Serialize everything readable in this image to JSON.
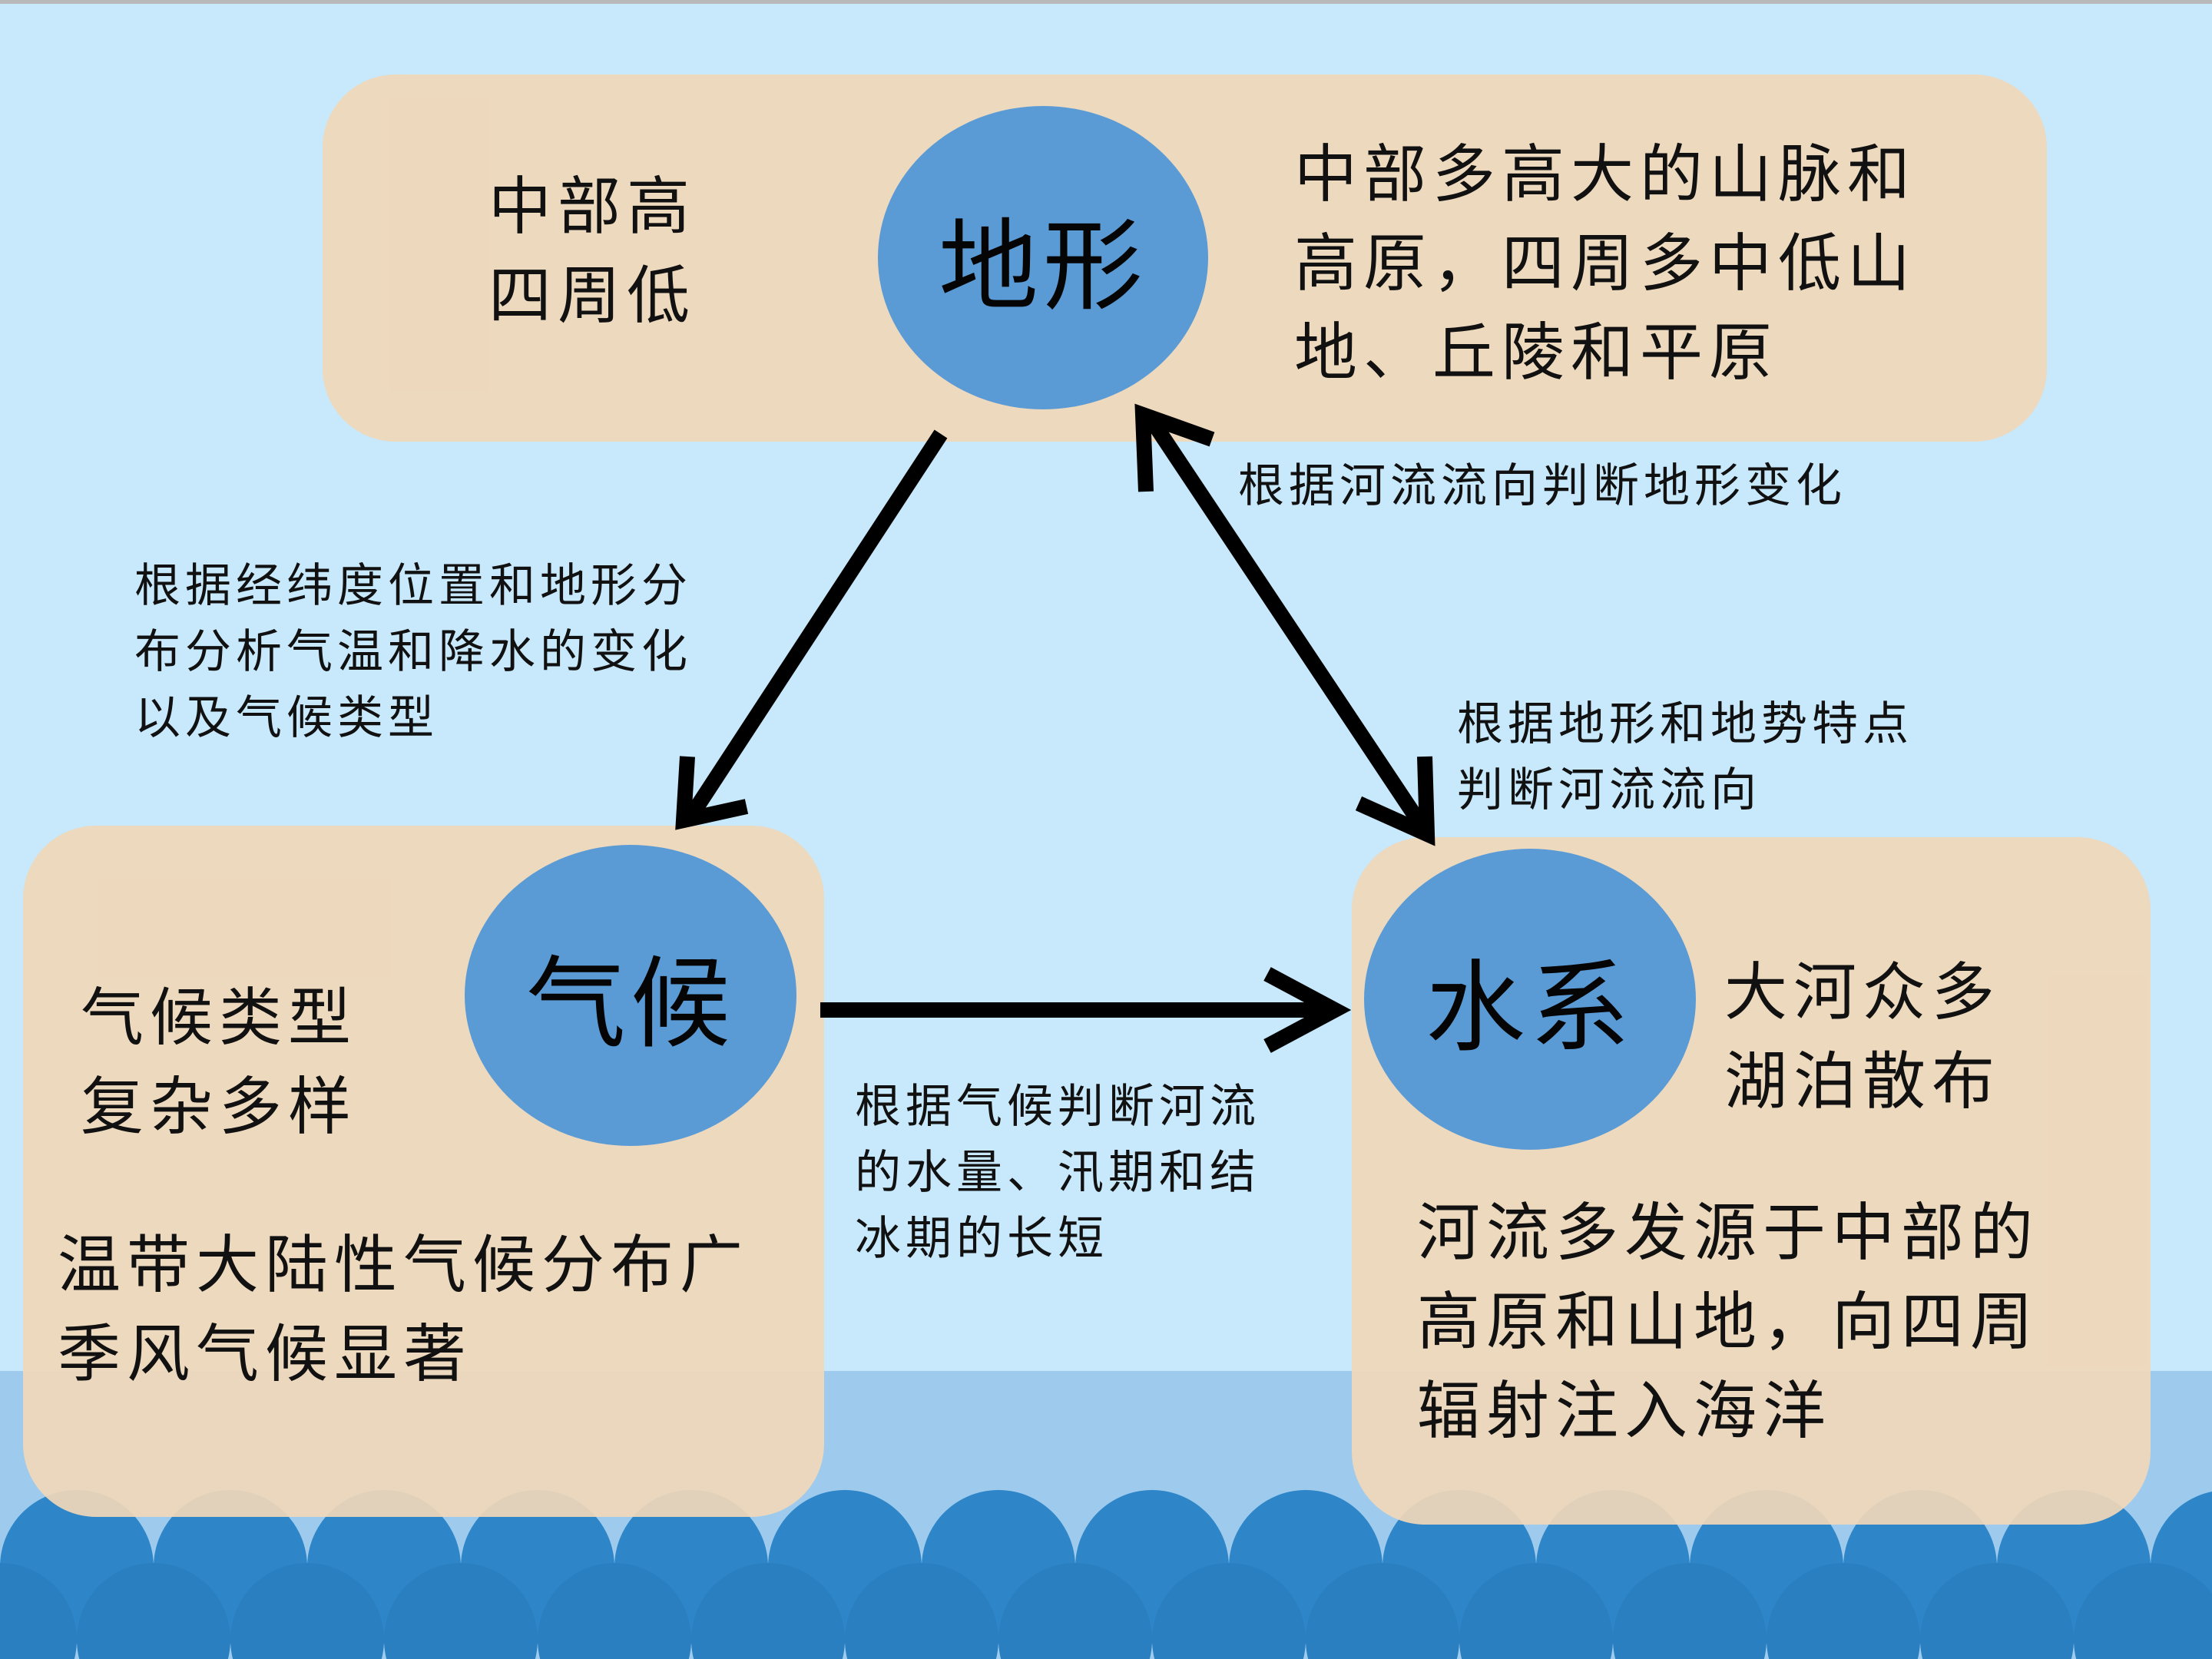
{
  "nodes": {
    "terrain": "地形",
    "climate": "气候",
    "water": "水系"
  },
  "terrain": {
    "short": "中部高\n四周低",
    "detail": "中部多高大的山脉和\n高原，四周多中低山\n地、丘陵和平原"
  },
  "climate": {
    "short": "气候类型\n复杂多样",
    "detail": "温带大陆性气候分布广\n季风气候显著"
  },
  "water": {
    "short": "大河众多\n湖泊散布",
    "detail": "河流多发源于中部的\n高原和山地，向四周\n辐射注入海洋"
  },
  "relations": {
    "terrain_to_climate": "根据经纬度位置和地形分\n布分析气温和降水的变化\n以及气候类型",
    "river_to_terrain": "根据河流流向判断地形变化",
    "terrain_to_river": "根据地形和地势特点\n判断河流流向",
    "climate_to_river": "根据气候判断河流\n的水量、汛期和结\n冰期的长短"
  },
  "colors": {
    "background": "#c8e8fb",
    "panel": "#f0d7b9",
    "node": "#5b9bd5",
    "sea": "#9ecbed",
    "wave": "#2e86c8",
    "arrow": "#000000"
  }
}
